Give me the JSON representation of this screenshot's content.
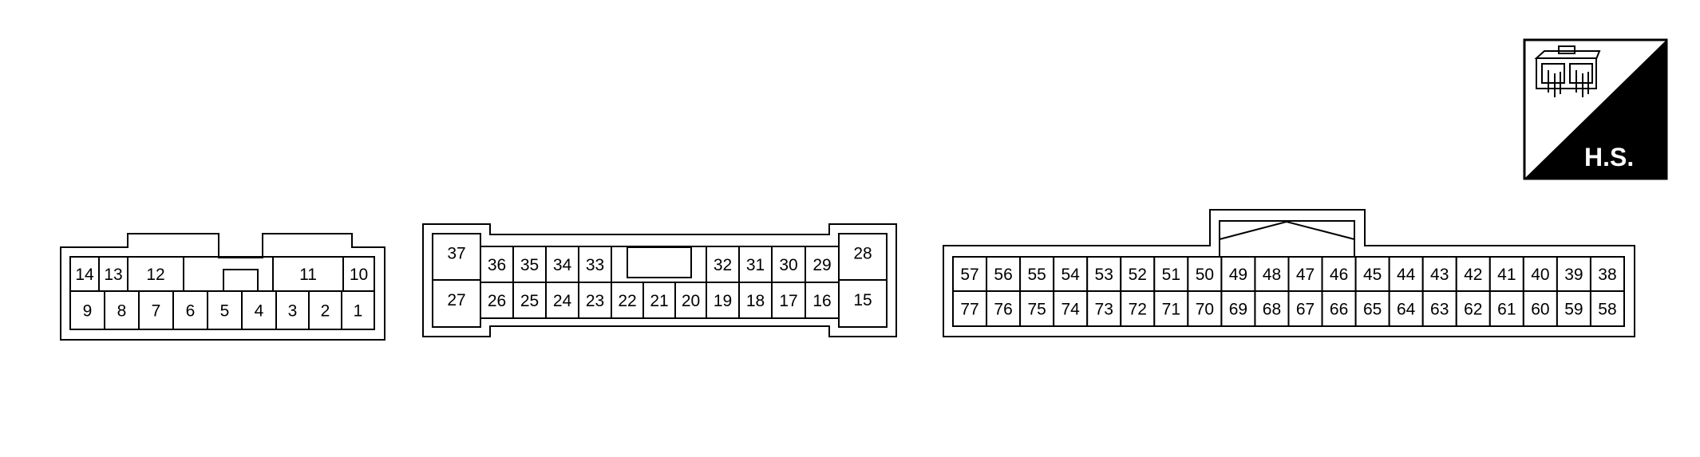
{
  "symbol": {
    "label": "H.S.",
    "icon": "connector-harness-side-icon"
  },
  "connectors": [
    {
      "id": "connector-a",
      "pins": [
        "14",
        "13",
        "12",
        "11",
        "10",
        "9",
        "8",
        "7",
        "6",
        "5",
        "4",
        "3",
        "2",
        "1"
      ]
    },
    {
      "id": "connector-b",
      "pins": [
        "37",
        "36",
        "35",
        "34",
        "33",
        "32",
        "31",
        "30",
        "29",
        "28",
        "27",
        "26",
        "25",
        "24",
        "23",
        "22",
        "21",
        "20",
        "19",
        "18",
        "17",
        "16",
        "15"
      ]
    },
    {
      "id": "connector-c",
      "pins": [
        "57",
        "56",
        "55",
        "54",
        "53",
        "52",
        "51",
        "50",
        "49",
        "48",
        "47",
        "46",
        "45",
        "44",
        "43",
        "42",
        "41",
        "40",
        "39",
        "38",
        "77",
        "76",
        "75",
        "74",
        "73",
        "72",
        "71",
        "70",
        "69",
        "68",
        "67",
        "66",
        "65",
        "64",
        "63",
        "62",
        "61",
        "60",
        "59",
        "58"
      ]
    }
  ]
}
